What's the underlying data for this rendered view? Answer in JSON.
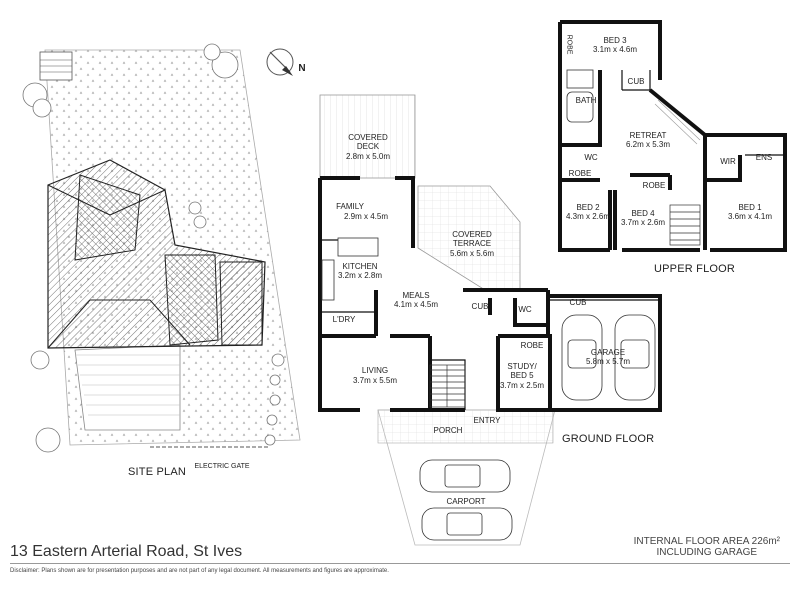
{
  "title": {
    "address": "13 Eastern Arterial Road, St Ives",
    "area_line1": "INTERNAL FLOOR AREA 226m²",
    "area_line2": "INCLUDING GARAGE",
    "disclaimer": "Disclaimer: Plans shown are for presentation purposes and are not part of any legal document. All measurements and figures are approximate."
  },
  "site_plan": {
    "title": "SITE PLAN",
    "gate_label": "ELECTRIC GATE"
  },
  "ground_floor": {
    "title": "GROUND FLOOR",
    "rooms": {
      "covered_deck": {
        "name": "COVERED\nDECK",
        "size": "2.8m x 5.0m"
      },
      "family": {
        "name": "FAMILY",
        "size": "2.9m x 4.5m"
      },
      "kitchen": {
        "name": "KITCHEN",
        "size": "3.2m x 2.8m"
      },
      "meals": {
        "name": "MEALS",
        "size": "4.1m x 4.5m"
      },
      "covered_terrace": {
        "name": "COVERED\nTERRACE",
        "size": "5.6m x 5.6m"
      },
      "laundry": {
        "name": "L'DRY"
      },
      "cub1": {
        "name": "CUB"
      },
      "wc": {
        "name": "WC"
      },
      "cub2": {
        "name": "CUB"
      },
      "garage": {
        "name": "GARAGE",
        "size": "5.8m x 5.7m"
      },
      "living": {
        "name": "LIVING",
        "size": "3.7m x 5.5m"
      },
      "robe": {
        "name": "ROBE"
      },
      "study": {
        "name": "STUDY/\nBED 5",
        "size": "3.7m x 2.5m"
      },
      "porch": {
        "name": "PORCH"
      },
      "entry": {
        "name": "ENTRY"
      },
      "carport": {
        "name": "CARPORT"
      }
    }
  },
  "upper_floor": {
    "title": "UPPER FLOOR",
    "rooms": {
      "robe_top": {
        "name": "ROBE"
      },
      "bed3": {
        "name": "BED 3",
        "size": "3.1m x 4.6m"
      },
      "cub": {
        "name": "CUB"
      },
      "bath": {
        "name": "BATH"
      },
      "retreat": {
        "name": "RETREAT",
        "size": "6.2m x 5.3m"
      },
      "wc": {
        "name": "WC"
      },
      "wir": {
        "name": "WIR"
      },
      "ens": {
        "name": "ENS"
      },
      "robe_left": {
        "name": "ROBE"
      },
      "robe_mid": {
        "name": "ROBE"
      },
      "bed2": {
        "name": "BED 2",
        "size": "4.3m x 2.6m"
      },
      "bed4": {
        "name": "BED 4",
        "size": "3.7m x 2.6m"
      },
      "bed1": {
        "name": "BED 1",
        "size": "3.6m x 4.1m"
      }
    }
  },
  "compass": {
    "label": "N"
  }
}
